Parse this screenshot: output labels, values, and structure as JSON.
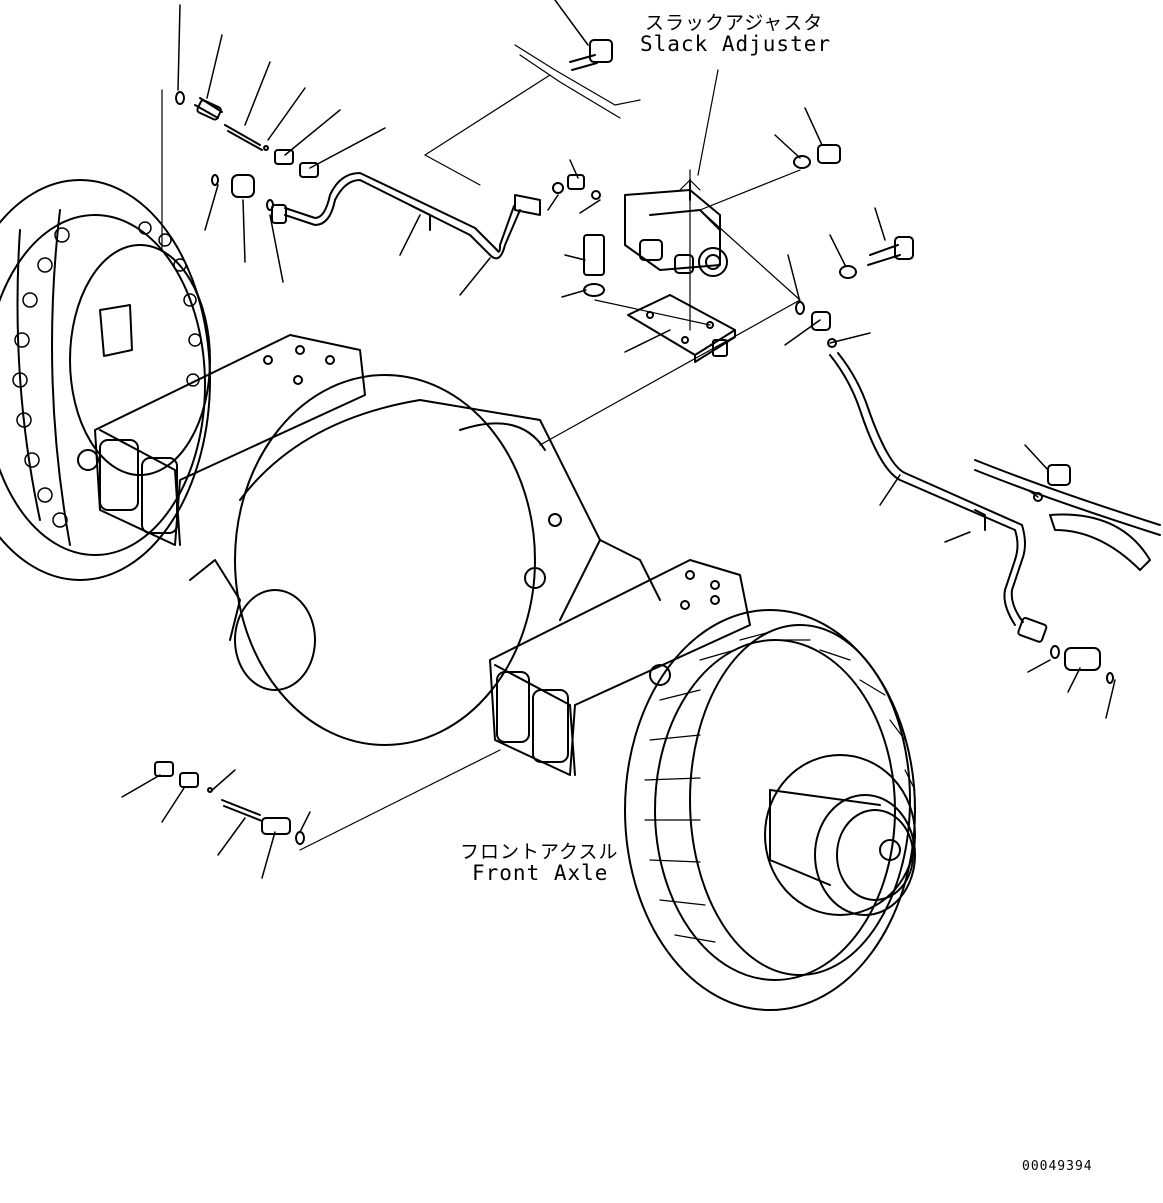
{
  "labels": {
    "slack_adjuster_jp": "スラックアジャスタ",
    "slack_adjuster_en": "Slack Adjuster",
    "front_axle_jp": "フロントアクスル",
    "front_axle_en": "Front Axle"
  },
  "figure_number": "00049394"
}
